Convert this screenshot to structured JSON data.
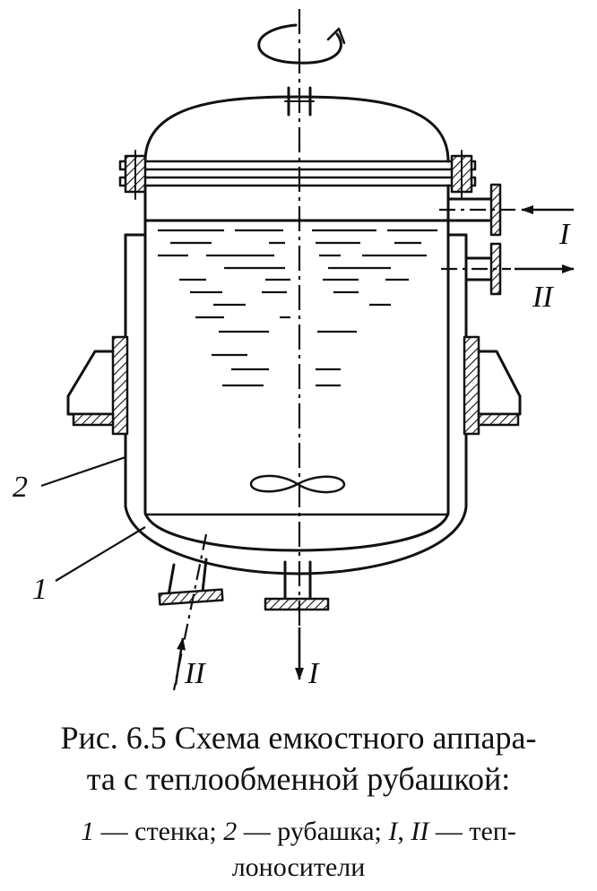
{
  "labels": {
    "wall_number": "1",
    "jacket_number": "2",
    "inlet_I": "I",
    "outlet_II": "II",
    "bottom_II": "II",
    "bottom_I": "I"
  },
  "caption": {
    "line1": "Рис. 6.5 Схема емкостного аппара-",
    "line2": "та с теплообменной рубашкой:",
    "legend": {
      "n1": "1",
      "t1": " — стенка; ",
      "n2": "2",
      "t2": " — рубашка; ",
      "n3": "I",
      "t3": ", ",
      "n4": "II",
      "t4": " — теп-",
      "line2": "лоносители"
    }
  }
}
